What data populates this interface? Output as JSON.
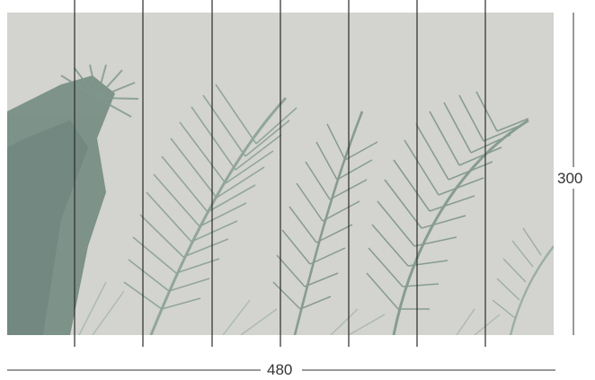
{
  "mural": {
    "theme": "palm-leaves",
    "background_color": "#d3d3cf",
    "leaf_color": "#7f978d",
    "panel_count": 8
  },
  "dimensions": {
    "width_label": "480",
    "height_label": "300"
  }
}
